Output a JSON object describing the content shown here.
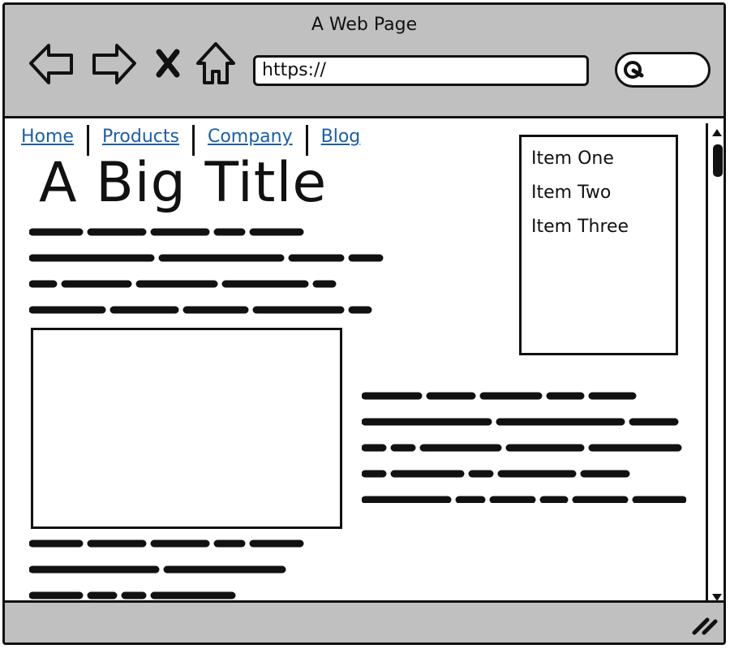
{
  "window": {
    "title": "A Web Page"
  },
  "toolbar": {
    "icons": {
      "back": "back-arrow-icon",
      "forward": "forward-arrow-icon",
      "stop": "close-icon",
      "home": "home-icon"
    },
    "url": "https://",
    "search_icon": "search-icon"
  },
  "nav": {
    "links": [
      {
        "label": "Home"
      },
      {
        "label": "Products"
      },
      {
        "label": "Company"
      },
      {
        "label": "Blog"
      }
    ]
  },
  "main": {
    "title": "A Big Title"
  },
  "sidebar": {
    "items": [
      {
        "label": "Item One"
      },
      {
        "label": "Item Two"
      },
      {
        "label": "Item Three"
      }
    ]
  },
  "colors": {
    "chrome_bg": "#c0c0c0",
    "link": "#1a5fa8",
    "ink": "#111111"
  }
}
